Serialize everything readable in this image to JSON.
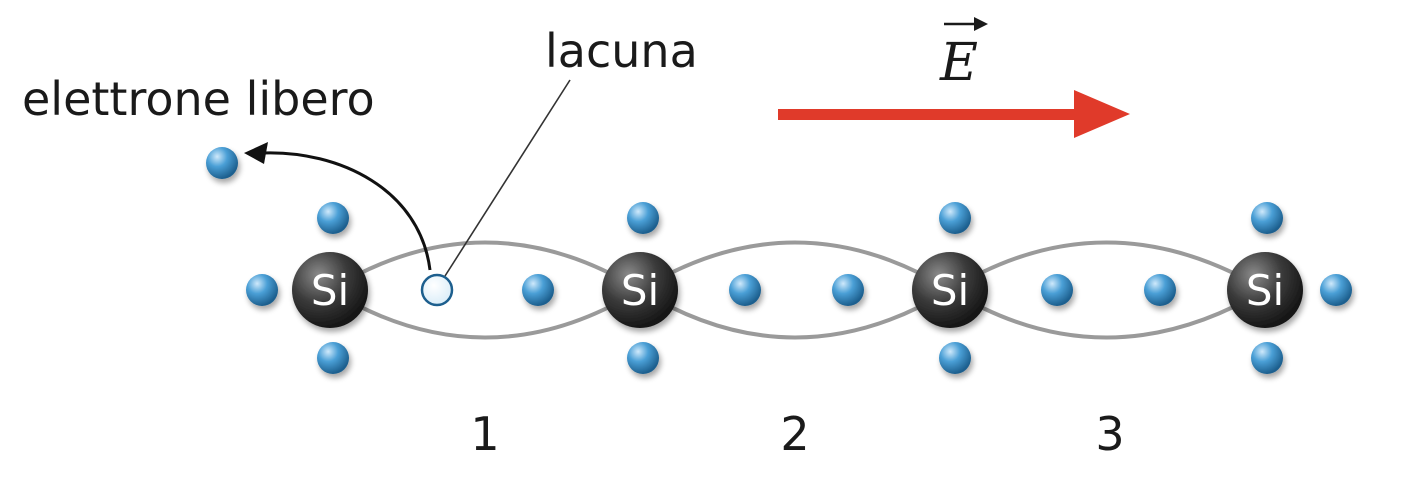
{
  "labels": {
    "free_electron": "elettrone libero",
    "hole": "lacuna",
    "field": "E"
  },
  "atoms": [
    {
      "symbol": "Si"
    },
    {
      "symbol": "Si"
    },
    {
      "symbol": "Si"
    },
    {
      "symbol": "Si"
    }
  ],
  "bond_numbers": [
    "1",
    "2",
    "3"
  ],
  "icons": {
    "field_arrow": "right-arrow-icon",
    "emission_arrow": "curved-arrow-icon"
  },
  "colors": {
    "field_arrow": "#e03a2a",
    "electron": "#4a9fd6",
    "atom": "#3a3a3a",
    "bond": "#9a9a9a"
  }
}
